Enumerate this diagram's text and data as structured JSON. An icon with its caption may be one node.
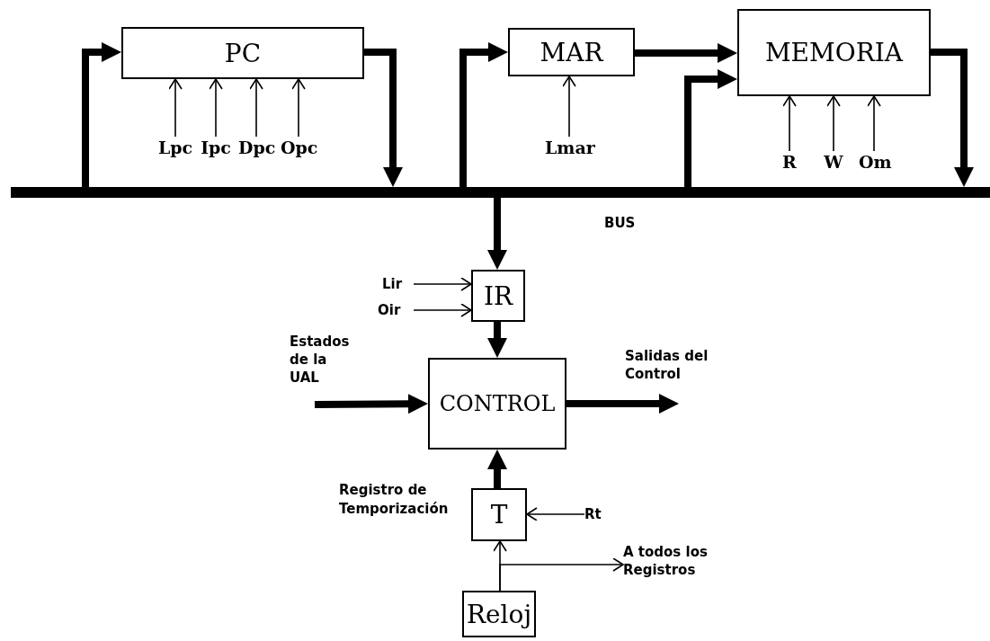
{
  "diagram": {
    "nodes": [
      {
        "text": [
          "PC"
        ]
      },
      {
        "text": [
          "MAR"
        ]
      },
      {
        "text": [
          "MEMORIA"
        ]
      },
      {
        "text": [],
        "shape": "bar",
        "beside": [
          "BUS"
        ]
      },
      {
        "text": [
          "IR"
        ]
      },
      {
        "text": [
          "CONTROL"
        ]
      },
      {
        "text": [
          "T"
        ],
        "beside": [
          "Registro de Temporización"
        ]
      },
      {
        "text": [
          "Reloj"
        ]
      },
      {
        "text": [
          "Lpc"
        ]
      },
      {
        "text": [
          "Ipc"
        ]
      },
      {
        "text": [
          "Dpc"
        ]
      },
      {
        "text": [
          "Opc"
        ]
      },
      {
        "text": [
          "Lmar"
        ]
      },
      {
        "text": [
          "R"
        ]
      },
      {
        "text": [
          "W"
        ]
      },
      {
        "text": [
          "Om"
        ]
      },
      {
        "text": [
          "Lir"
        ]
      },
      {
        "text": [
          "Oir"
        ]
      },
      {
        "text": [
          "Estados de la UAL"
        ]
      },
      {
        "text": [
          "Salidas del Control"
        ]
      },
      {
        "text": [
          "Rt"
        ]
      },
      {
        "text": [
          "A todos los Registros"
        ]
      }
    ],
    "edges": [
      {
        "from": 3,
        "to": 0,
        "arrow": "to",
        "style": "thick"
      },
      {
        "from": 0,
        "to": 3,
        "arrow": "to",
        "style": "thick"
      },
      {
        "from": 8,
        "to": 0,
        "arrow": "to"
      },
      {
        "from": 9,
        "to": 0,
        "arrow": "to"
      },
      {
        "from": 10,
        "to": 0,
        "arrow": "to"
      },
      {
        "from": 11,
        "to": 0,
        "arrow": "to"
      },
      {
        "from": 3,
        "to": 1,
        "arrow": "to",
        "style": "thick"
      },
      {
        "from": 1,
        "to": 2,
        "arrow": "to",
        "style": "thick"
      },
      {
        "from": 12,
        "to": 1,
        "arrow": "to"
      },
      {
        "from": 3,
        "to": 2,
        "arrow": "to",
        "style": "thick"
      },
      {
        "from": 2,
        "to": 3,
        "arrow": "to",
        "style": "thick"
      },
      {
        "from": 13,
        "to": 2,
        "arrow": "to"
      },
      {
        "from": 14,
        "to": 2,
        "arrow": "to"
      },
      {
        "from": 15,
        "to": 2,
        "arrow": "to"
      },
      {
        "from": 3,
        "to": 4,
        "arrow": "to",
        "style": "thick"
      },
      {
        "from": 16,
        "to": 4,
        "arrow": "to"
      },
      {
        "from": 17,
        "to": 4,
        "arrow": "to"
      },
      {
        "from": 4,
        "to": 5,
        "arrow": "to",
        "style": "thick"
      },
      {
        "from": 18,
        "to": 5,
        "arrow": "to",
        "style": "thick"
      },
      {
        "from": 5,
        "to": 19,
        "arrow": "to",
        "style": "thick"
      },
      {
        "from": 6,
        "to": 5,
        "arrow": "to",
        "style": "thick"
      },
      {
        "from": 20,
        "to": 6,
        "arrow": "to"
      },
      {
        "from": 7,
        "to": 6,
        "arrow": "to"
      },
      {
        "from": 7,
        "to": 21,
        "arrow": "to"
      }
    ]
  }
}
